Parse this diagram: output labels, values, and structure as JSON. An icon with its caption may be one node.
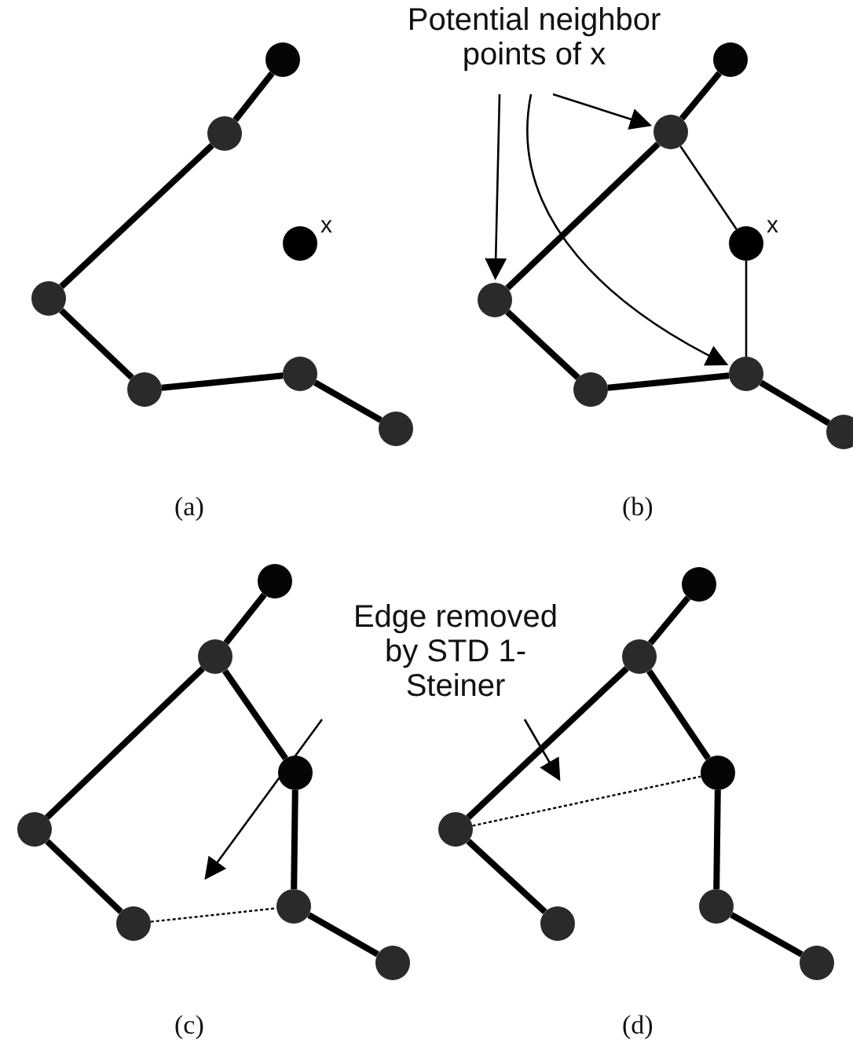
{
  "diagram": {
    "nodes": [
      {
        "text": [],
        "shape": "circle"
      },
      {
        "text": [],
        "shape": "circle"
      },
      {
        "text": [],
        "shape": "circle",
        "beside": [
          "x"
        ]
      },
      {
        "text": [],
        "shape": "circle"
      },
      {
        "text": [],
        "shape": "circle"
      },
      {
        "text": [],
        "shape": "circle"
      },
      {
        "text": [],
        "shape": "circle"
      },
      {
        "text": [
          "Potential neighbor points of x"
        ]
      },
      {
        "text": [],
        "shape": "circle"
      },
      {
        "text": [],
        "shape": "circle"
      },
      {
        "text": [],
        "shape": "circle",
        "beside": [
          "x"
        ]
      },
      {
        "text": [],
        "shape": "circle"
      },
      {
        "text": [],
        "shape": "circle"
      },
      {
        "text": [],
        "shape": "circle"
      },
      {
        "text": [],
        "shape": "circle"
      },
      {
        "text": [],
        "shape": "circle"
      },
      {
        "text": [],
        "shape": "circle"
      },
      {
        "text": [],
        "shape": "circle"
      },
      {
        "text": [],
        "shape": "circle"
      },
      {
        "text": [],
        "shape": "circle"
      },
      {
        "text": [],
        "shape": "circle"
      },
      {
        "text": [],
        "shape": "circle"
      },
      {
        "text": [
          "Edge removed by STD 1-Steiner"
        ]
      },
      {
        "text": [],
        "shape": "circle"
      },
      {
        "text": [],
        "shape": "circle"
      },
      {
        "text": [],
        "shape": "circle"
      },
      {
        "text": [],
        "shape": "circle"
      },
      {
        "text": [],
        "shape": "circle"
      },
      {
        "text": [],
        "shape": "circle"
      },
      {
        "text": [],
        "shape": "circle"
      }
    ],
    "edges": [
      {
        "from": 0,
        "to": 1,
        "arrow": "none"
      },
      {
        "from": 1,
        "to": 3,
        "arrow": "none"
      },
      {
        "from": 3,
        "to": 4,
        "arrow": "none"
      },
      {
        "from": 4,
        "to": 5,
        "arrow": "none"
      },
      {
        "from": 5,
        "to": 6,
        "arrow": "none"
      },
      {
        "from": 8,
        "to": 9,
        "arrow": "none"
      },
      {
        "from": 9,
        "to": 11,
        "arrow": "none"
      },
      {
        "from": 11,
        "to": 12,
        "arrow": "none"
      },
      {
        "from": 12,
        "to": 13,
        "arrow": "none"
      },
      {
        "from": 13,
        "to": 14,
        "arrow": "none"
      },
      {
        "from": 9,
        "to": 10,
        "arrow": "none"
      },
      {
        "from": 10,
        "to": 13,
        "arrow": "none"
      },
      {
        "from": 7,
        "to": 11,
        "arrow": "to"
      },
      {
        "from": 7,
        "to": 9,
        "arrow": "to"
      },
      {
        "from": 7,
        "to": 13,
        "arrow": "to"
      },
      {
        "from": 15,
        "to": 16,
        "arrow": "none"
      },
      {
        "from": 16,
        "to": 18,
        "arrow": "none"
      },
      {
        "from": 18,
        "to": 19,
        "arrow": "none"
      },
      {
        "from": 16,
        "to": 17,
        "arrow": "none"
      },
      {
        "from": 17,
        "to": 20,
        "arrow": "none"
      },
      {
        "from": 20,
        "to": 21,
        "arrow": "none"
      },
      {
        "from": 19,
        "to": 20,
        "arrow": "none",
        "style": "dashed"
      },
      {
        "from": 23,
        "to": 24,
        "arrow": "none"
      },
      {
        "from": 24,
        "to": 26,
        "arrow": "none"
      },
      {
        "from": 26,
        "to": 27,
        "arrow": "none"
      },
      {
        "from": 24,
        "to": 25,
        "arrow": "none"
      },
      {
        "from": 25,
        "to": 28,
        "arrow": "none"
      },
      {
        "from": 28,
        "to": 29,
        "arrow": "none"
      },
      {
        "from": 26,
        "to": 25,
        "arrow": "none",
        "style": "dashed"
      },
      {
        "from": 22,
        "to": null,
        "arrow": "to"
      },
      {
        "from": 22,
        "to": null,
        "arrow": "to"
      }
    ],
    "labels": [
      "(a)",
      "(b)",
      "(c)",
      "(d)"
    ]
  }
}
